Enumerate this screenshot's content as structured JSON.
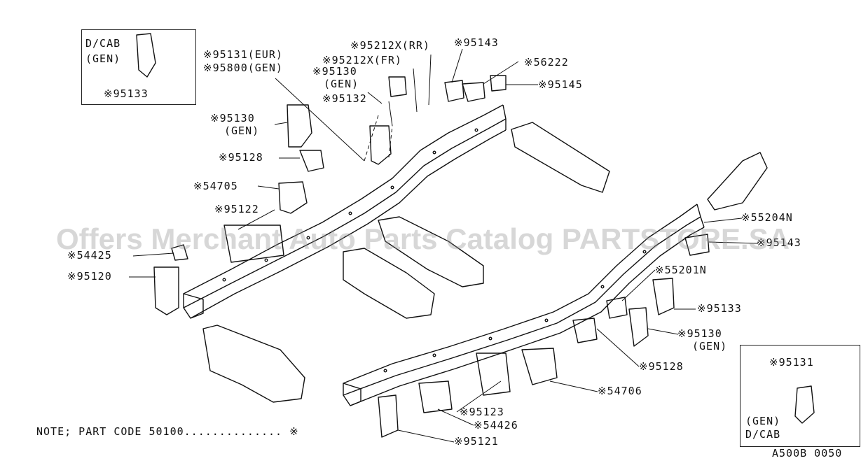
{
  "watermark": "Offers Merchant Auto Parts Catalog PARTSTORE.SA",
  "inset_top_left": {
    "line1": "D/CAB",
    "line2": "(GEN)",
    "part": "※95133"
  },
  "inset_bottom_right": {
    "part": "※95131",
    "line1": "(GEN)",
    "line2": "D/CAB"
  },
  "labels": {
    "p95131_eur": "※95131(EUR)",
    "p95800_gen": "※95800(GEN)",
    "p95212x_rr": "※95212X(RR)",
    "p95143": "※95143",
    "p95212x_fr": "※95212X(FR)",
    "p56222": "※56222",
    "p95130_a": "※95130",
    "p95130_a_gen": "(GEN)",
    "p95145": "※95145",
    "p95132": "※95132",
    "p95130_b": "※95130",
    "p95130_b_gen": "(GEN)",
    "p95128_a": "※95128",
    "p54705": "※54705",
    "p95122": "※95122",
    "p54425": "※54425",
    "p95120": "※95120",
    "p55204n": "※55204N",
    "p95143_b": "※95143",
    "p55201n": "※55201N",
    "p95133": "※95133",
    "p95130_c": "※95130",
    "p95130_c_gen": "(GEN)",
    "p95128_b": "※95128",
    "p54706": "※54706",
    "p95123": "※95123",
    "p54426": "※54426",
    "p95121": "※95121"
  },
  "note": "NOTE; PART CODE 50100.............. ※",
  "diagram_code": "A500B 0050"
}
